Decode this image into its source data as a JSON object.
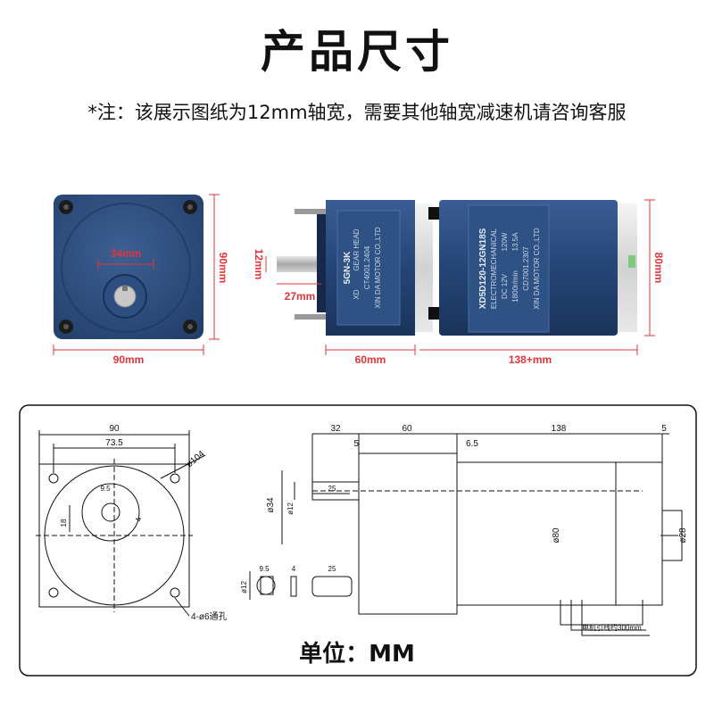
{
  "header": {
    "title": "产品尺寸",
    "note": "*注：该展示图纸为12mm轴宽，需要其他轴宽减速机请咨询客服"
  },
  "photo_dims": {
    "front_hub": "34mm",
    "front_width": "90mm",
    "front_height": "90mm",
    "shaft_dia": "12mm",
    "shaft_len": "27mm",
    "gearbox_len": "60mm",
    "motor_len": "138+mm",
    "motor_dia": "80mm"
  },
  "gearhead_label": {
    "model": "5GN-3K",
    "brand": "XD",
    "type": "GEAR HEAD",
    "serial": "CT4001.2404",
    "maker": "XIN DA MOTOR CO.,LTD"
  },
  "motor_label": {
    "model": "XD5D120-12GN18S",
    "type": "ELECTROMECHANICAL",
    "power": "120W",
    "voltage": "DC 12V",
    "speed": "1800r/min",
    "current": "13.5A",
    "serial": "CD7001.2307",
    "maker": "XIN DA MOTOR CO.,LTD"
  },
  "drawing": {
    "front_width": "90",
    "bolt_spacing": "73.5",
    "pcd": "ø104",
    "key_width": "9.5",
    "key_depth": "18",
    "key_offset": "4",
    "holes": "4-ø6通孔",
    "shaft_len": "32",
    "gearbox_len": "60",
    "motor_len": "138",
    "cap_len": "5",
    "flange": "5",
    "step": "6.5",
    "key_len": "25",
    "hub_dia": "ø34",
    "shaft_dia": "ø12",
    "motor_dia": "ø80",
    "cap_dia": "ø28",
    "key_sec_w": "9.5",
    "key_sec_d": "ø12",
    "key_thk": "4",
    "key_len2": "25",
    "lead_note": "电机引线约300mm"
  },
  "footer": {
    "unit": "单位：MM"
  },
  "colors": {
    "motor_blue": "#2b4a7a",
    "dim_red": "#e0353a",
    "line": "#111111"
  }
}
